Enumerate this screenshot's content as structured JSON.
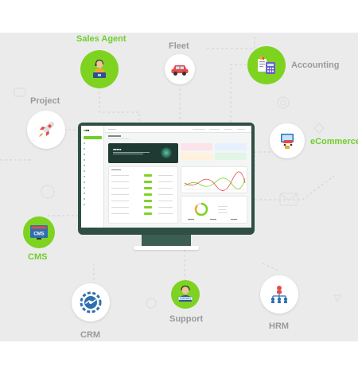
{
  "modules": {
    "sales_agent": "Sales Agent",
    "fleet": "Fleet",
    "accounting": "Accounting",
    "project": "Project",
    "ecommerce": "eCommerce",
    "cms": "CMS",
    "crm": "CRM",
    "support": "Support",
    "hrm": "HRM"
  },
  "icons": {
    "sales_agent": "sales-agent-icon",
    "fleet": "car-icon",
    "accounting": "accounting-icon",
    "project": "rocket-icon",
    "ecommerce": "shopping-cart-icon",
    "cms": "cms-icon",
    "crm": "handshake-gear-icon",
    "support": "support-agent-icon",
    "hrm": "org-chart-icon"
  },
  "colors": {
    "accent_green": "#7ed321",
    "label_green": "#6fcf2a",
    "label_gray": "#9a9a9a",
    "monitor": "#2f4f45",
    "background": "#ebebeb"
  }
}
